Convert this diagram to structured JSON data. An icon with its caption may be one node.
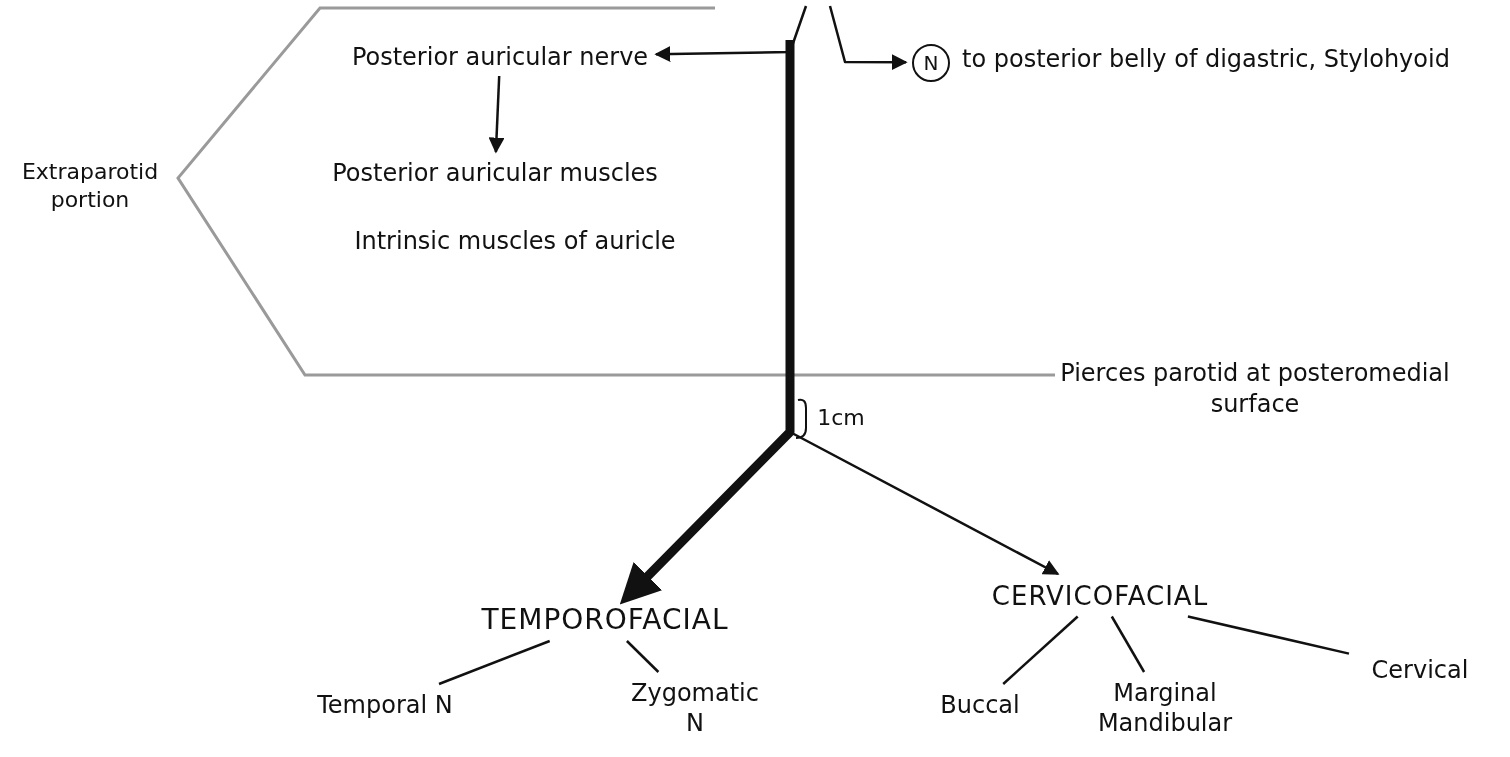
{
  "diagram": {
    "nodes": [
      {
        "text": [
          "Extraparotid portion"
        ]
      },
      {
        "text": [
          "Posterior auricular nerve"
        ]
      },
      {
        "text": [
          "Posterior auricular muscles"
        ]
      },
      {
        "text": [
          "Intrinsic muscles of auricle"
        ]
      },
      {
        "text": [
          "N",
          "to posterior belly of digastric, Stylohyoid"
        ]
      },
      {
        "text": [
          "TEMPOROFACIAL"
        ]
      },
      {
        "text": [
          "CERVICOFACIAL"
        ]
      },
      {
        "text": [
          "Temporal N"
        ]
      },
      {
        "text": [
          "Zygomatic N"
        ]
      },
      {
        "text": [
          "Buccal"
        ]
      },
      {
        "text": [
          "Marginal Mandibular"
        ]
      },
      {
        "text": [
          "Cervical"
        ]
      }
    ],
    "edges": [
      {
        "from": null,
        "to": 1,
        "arrow": "to"
      },
      {
        "from": null,
        "to": 4,
        "arrow": "to"
      },
      {
        "from": 1,
        "to": 2,
        "arrow": "to"
      },
      {
        "from": null,
        "to": 5,
        "arrow": "to",
        "style": "thick"
      },
      {
        "from": null,
        "to": 6,
        "arrow": "to"
      },
      {
        "from": 5,
        "to": 7,
        "arrow": "none"
      },
      {
        "from": 5,
        "to": 8,
        "arrow": "none"
      },
      {
        "from": 6,
        "to": 9,
        "arrow": "none"
      },
      {
        "from": 6,
        "to": 10,
        "arrow": "none"
      },
      {
        "from": 6,
        "to": 11,
        "arrow": "none"
      }
    ],
    "labels": [
      "1cm",
      "Pierces parotid at posteromedial surface"
    ]
  }
}
